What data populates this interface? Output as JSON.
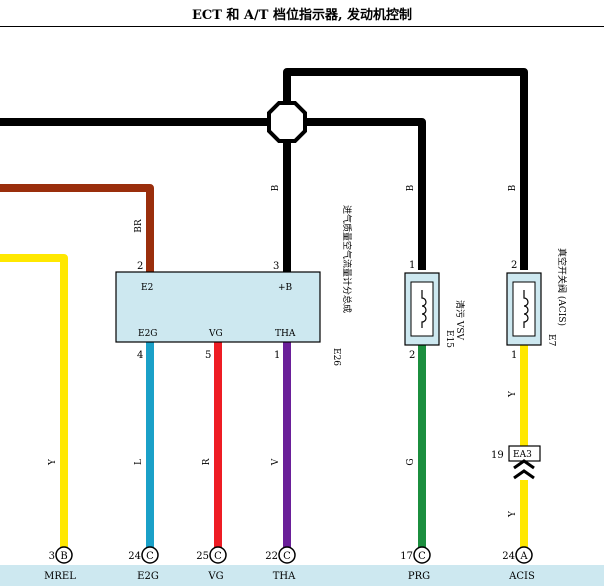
{
  "title": "ECT 和 A/T 档位指示器, 发动机控制",
  "colors": {
    "black": "#000000",
    "brown": "#9a2e0c",
    "yellow": "#ffe800",
    "blue": "#1aa0c8",
    "red": "#ee1c24",
    "violet": "#6a1f99",
    "green": "#1b8e3e",
    "component_fill": "#cde8f0",
    "bottom_band": "#cde8f0"
  },
  "e26": {
    "ref": "E26",
    "name": "进气质量空气流量计分总成",
    "top_terminals": [
      {
        "name": "E2",
        "pin": "2",
        "wire_color": "BR"
      },
      {
        "name": "+B",
        "pin": "3",
        "wire_color": "B"
      }
    ],
    "bottom_terminals": [
      {
        "name": "E2G",
        "pin": "4",
        "wire_color": "L"
      },
      {
        "name": "VG",
        "pin": "5",
        "wire_color": "R"
      },
      {
        "name": "THA",
        "pin": "1",
        "wire_color": "V"
      }
    ]
  },
  "e15": {
    "ref": "E15",
    "name": "清污 VSV",
    "top_pin": "1",
    "bottom_pin": "2",
    "top_wire": "B",
    "bottom_wire": "G"
  },
  "e7": {
    "ref": "E7",
    "name": "真空开关阀 (ACIS)",
    "top_pin": "2",
    "bottom_pin": "1",
    "top_wire": "B",
    "bottom_wire_1": "Y",
    "bottom_wire_2": "Y"
  },
  "left_wire_label": "Y",
  "connector_ea3": {
    "pin": "19",
    "label": "EA3"
  },
  "bottom_terminals": [
    {
      "pin": "3",
      "conn": "B",
      "signal": "MREL"
    },
    {
      "pin": "24",
      "conn": "C",
      "signal": "E2G"
    },
    {
      "pin": "25",
      "conn": "C",
      "signal": "VG"
    },
    {
      "pin": "22",
      "conn": "C",
      "signal": "THA"
    },
    {
      "pin": "17",
      "conn": "C",
      "signal": "PRG"
    },
    {
      "pin": "24",
      "conn": "A",
      "signal": "ACIS"
    }
  ]
}
